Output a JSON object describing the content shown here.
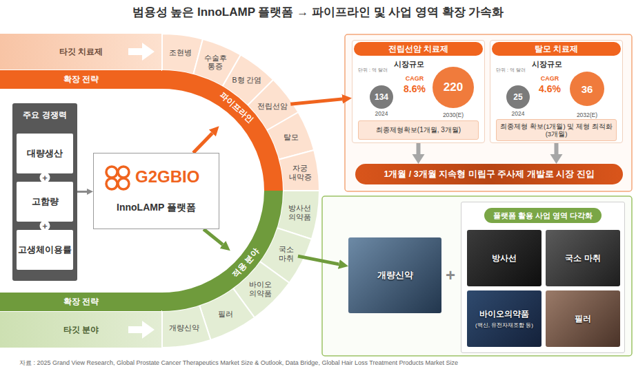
{
  "diagram": {
    "title": "범용성 높은 InnoLAMP 플랫폼 → 파이프라인 및 사업 영역 확장 가속화",
    "caption": "자료 : 2025 Grand View Research, Global Prostate Cancer Therapeutics Market Size & Outlook, Data Bridge, Global Hair Loss Treatment Products Market Size",
    "nodes": [
      {
        "text": [
          "타깃 치료제"
        ]
      },
      {
        "text": [
          "확장 전략"
        ]
      },
      {
        "text": [
          "조현병"
        ]
      },
      {
        "text": [
          "수술후 통증"
        ]
      },
      {
        "text": [
          "B형 간염"
        ]
      },
      {
        "text": [
          "전립선암"
        ]
      },
      {
        "text": [
          "탈모"
        ]
      },
      {
        "text": [
          "자궁 내막증"
        ]
      },
      {
        "text": [
          "파이프라인"
        ]
      },
      {
        "text": [
          "주요 경쟁력"
        ]
      },
      {
        "text": [
          "대량생산"
        ],
        "in": 9
      },
      {
        "text": [
          "고함량"
        ],
        "in": 9
      },
      {
        "text": [
          "고생체이용률"
        ],
        "in": 9
      },
      {
        "text": [
          "G2GBIO",
          "InnoLAMP 플랫폼"
        ]
      },
      {
        "text": [
          "적용 분야"
        ]
      },
      {
        "text": [
          "방사선 의약품"
        ]
      },
      {
        "text": [
          "국소 마취"
        ]
      },
      {
        "text": [
          "바이오 의약품"
        ]
      },
      {
        "text": [
          "필러"
        ]
      },
      {
        "text": [
          "개량신약"
        ]
      },
      {
        "text": [
          "확장 전략"
        ]
      },
      {
        "text": [
          "타깃 분야"
        ]
      },
      {
        "text": [
          "전립선암 치료제",
          "단위 : 억 달러",
          "시장규모",
          "2024",
          "CAGR",
          "8.6%",
          "2030(E)"
        ]
      },
      {
        "text": [
          "134"
        ],
        "in": 22
      },
      {
        "text": [
          "220"
        ],
        "in": 22
      },
      {
        "text": [
          "최종제형확보(1개월, 3개월)"
        ],
        "in": 22
      },
      {
        "text": [
          "탈모 치료제",
          "단위 : 억 달러",
          "시장규모",
          "2024",
          "CAGR",
          "4.6%",
          "2032(E)"
        ]
      },
      {
        "text": [
          "25"
        ],
        "in": 26
      },
      {
        "text": [
          "36"
        ],
        "in": 26
      },
      {
        "text": [
          "최종제형 확보(1개월) 및 제형 최적화(3개월)"
        ],
        "in": 26
      },
      {
        "text": [
          "1개월 / 3개월 지속형 미립구 주사제 개발로 시장 진입"
        ]
      },
      {
        "text": [
          "개량신약"
        ]
      },
      {
        "text": [
          "플랫폼 활용 사업 영역 다각화"
        ]
      },
      {
        "text": [
          "방사선"
        ],
        "in": 32
      },
      {
        "text": [
          "국소 마취"
        ],
        "in": 32
      },
      {
        "text": [
          "바이오의약품",
          "(백신, 유전자재조합 등)"
        ],
        "in": 32
      },
      {
        "text": [
          "필러"
        ],
        "in": 32
      }
    ],
    "edges": [
      {
        "from": 9,
        "to": 13,
        "arrow": "to"
      },
      {
        "from": 13,
        "to": 8,
        "arrow": "to"
      },
      {
        "from": 13,
        "to": 14,
        "arrow": "to"
      },
      {
        "from": 5,
        "to": 22,
        "arrow": "to"
      },
      {
        "from": 16,
        "to": 31,
        "arrow": "to"
      },
      {
        "from": 22,
        "to": 30,
        "arrow": "to"
      },
      {
        "from": 26,
        "to": 30,
        "arrow": "to"
      },
      {
        "from": 23,
        "to": 24,
        "arrow": "to"
      },
      {
        "from": 27,
        "to": 28,
        "arrow": "to"
      }
    ],
    "labels": [
      "+",
      "+",
      "+"
    ]
  }
}
